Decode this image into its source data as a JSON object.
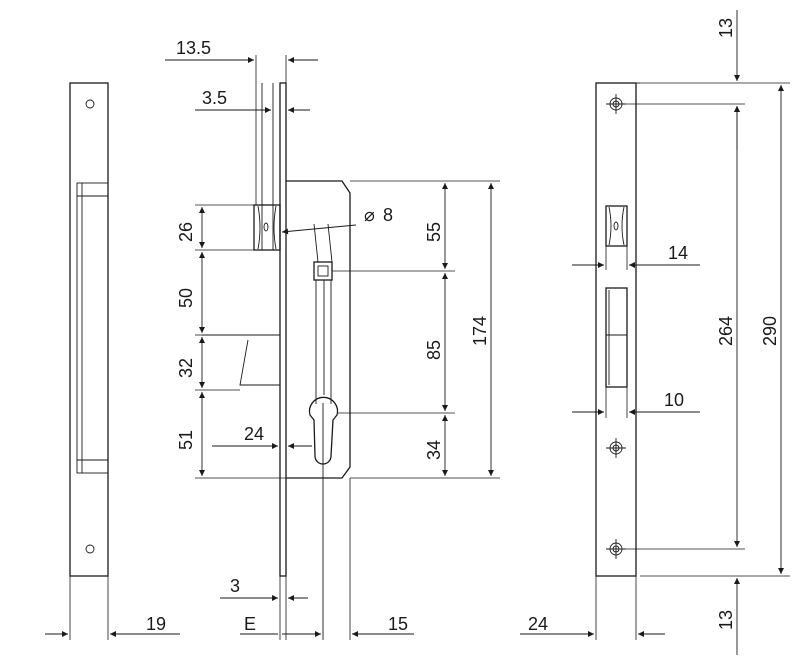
{
  "dimensions": {
    "d_13_5": "13.5",
    "d_3_5": "3.5",
    "d_diam8_symbol": "⌀",
    "d_diam8_value": "8",
    "d_26": "26",
    "d_50": "50",
    "d_32": "32",
    "d_51": "51",
    "d_24_backset": "24",
    "d_55": "55",
    "d_85": "85",
    "d_34": "34",
    "d_174": "174",
    "d_3_bottom": "3",
    "d_E": "E",
    "d_15": "15",
    "d_19": "19",
    "d_24_strike": "24",
    "d_14": "14",
    "d_10": "10",
    "d_264": "264",
    "d_290": "290",
    "d_13_top": "13",
    "d_13_bottom": "13"
  }
}
